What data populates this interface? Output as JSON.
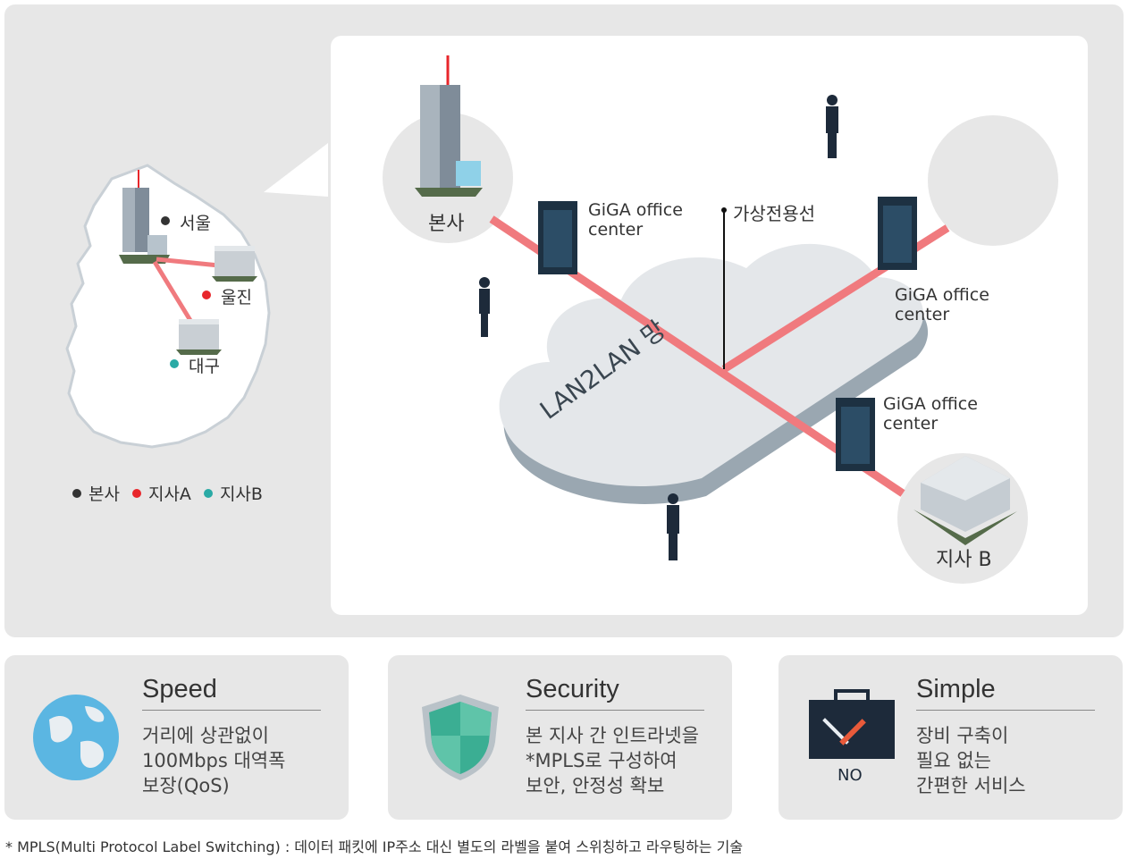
{
  "map": {
    "cities": [
      {
        "name": "서울",
        "color": "#333333"
      },
      {
        "name": "울진",
        "color": "#e8262b"
      },
      {
        "name": "대구",
        "color": "#2aaaa5"
      }
    ],
    "legend": [
      {
        "label": "본사",
        "color": "#333333"
      },
      {
        "label": "지사A",
        "color": "#e8262b"
      },
      {
        "label": "지사B",
        "color": "#2aaaa5"
      }
    ]
  },
  "diagram": {
    "hq_label": "본사",
    "branch_label": "지사 B",
    "cloud_label": "LAN2LAN 망",
    "virtual_line_label": "가상전용선",
    "center_label_1": "GiGA office\ncenter",
    "center_label_2": "GiGA office\ncenter",
    "center_label_3": "GiGA office\ncenter",
    "line_color": "#f07a7e",
    "cloud_color": "#b8c4cc"
  },
  "cards": [
    {
      "title": "Speed",
      "desc": "거리에 상관없이\n100Mbps 대역폭\n보장(QoS)",
      "icon": "globe-icon"
    },
    {
      "title": "Security",
      "desc": "본 지사 간 인트라넷을\n*MPLS로 구성하여\n보안, 안정성 확보",
      "icon": "shield-icon"
    },
    {
      "title": "Simple",
      "desc": "장비 구축이\n필요 없는\n간편한 서비스",
      "icon": "toolbox-icon",
      "icon_text": "NO"
    }
  ],
  "footnote": "* MPLS(Multi Protocol Label Switching) : 데이터 패킷에 IP주소 대신 별도의 라벨을 붙여 스위칭하고 라우팅하는 기술"
}
